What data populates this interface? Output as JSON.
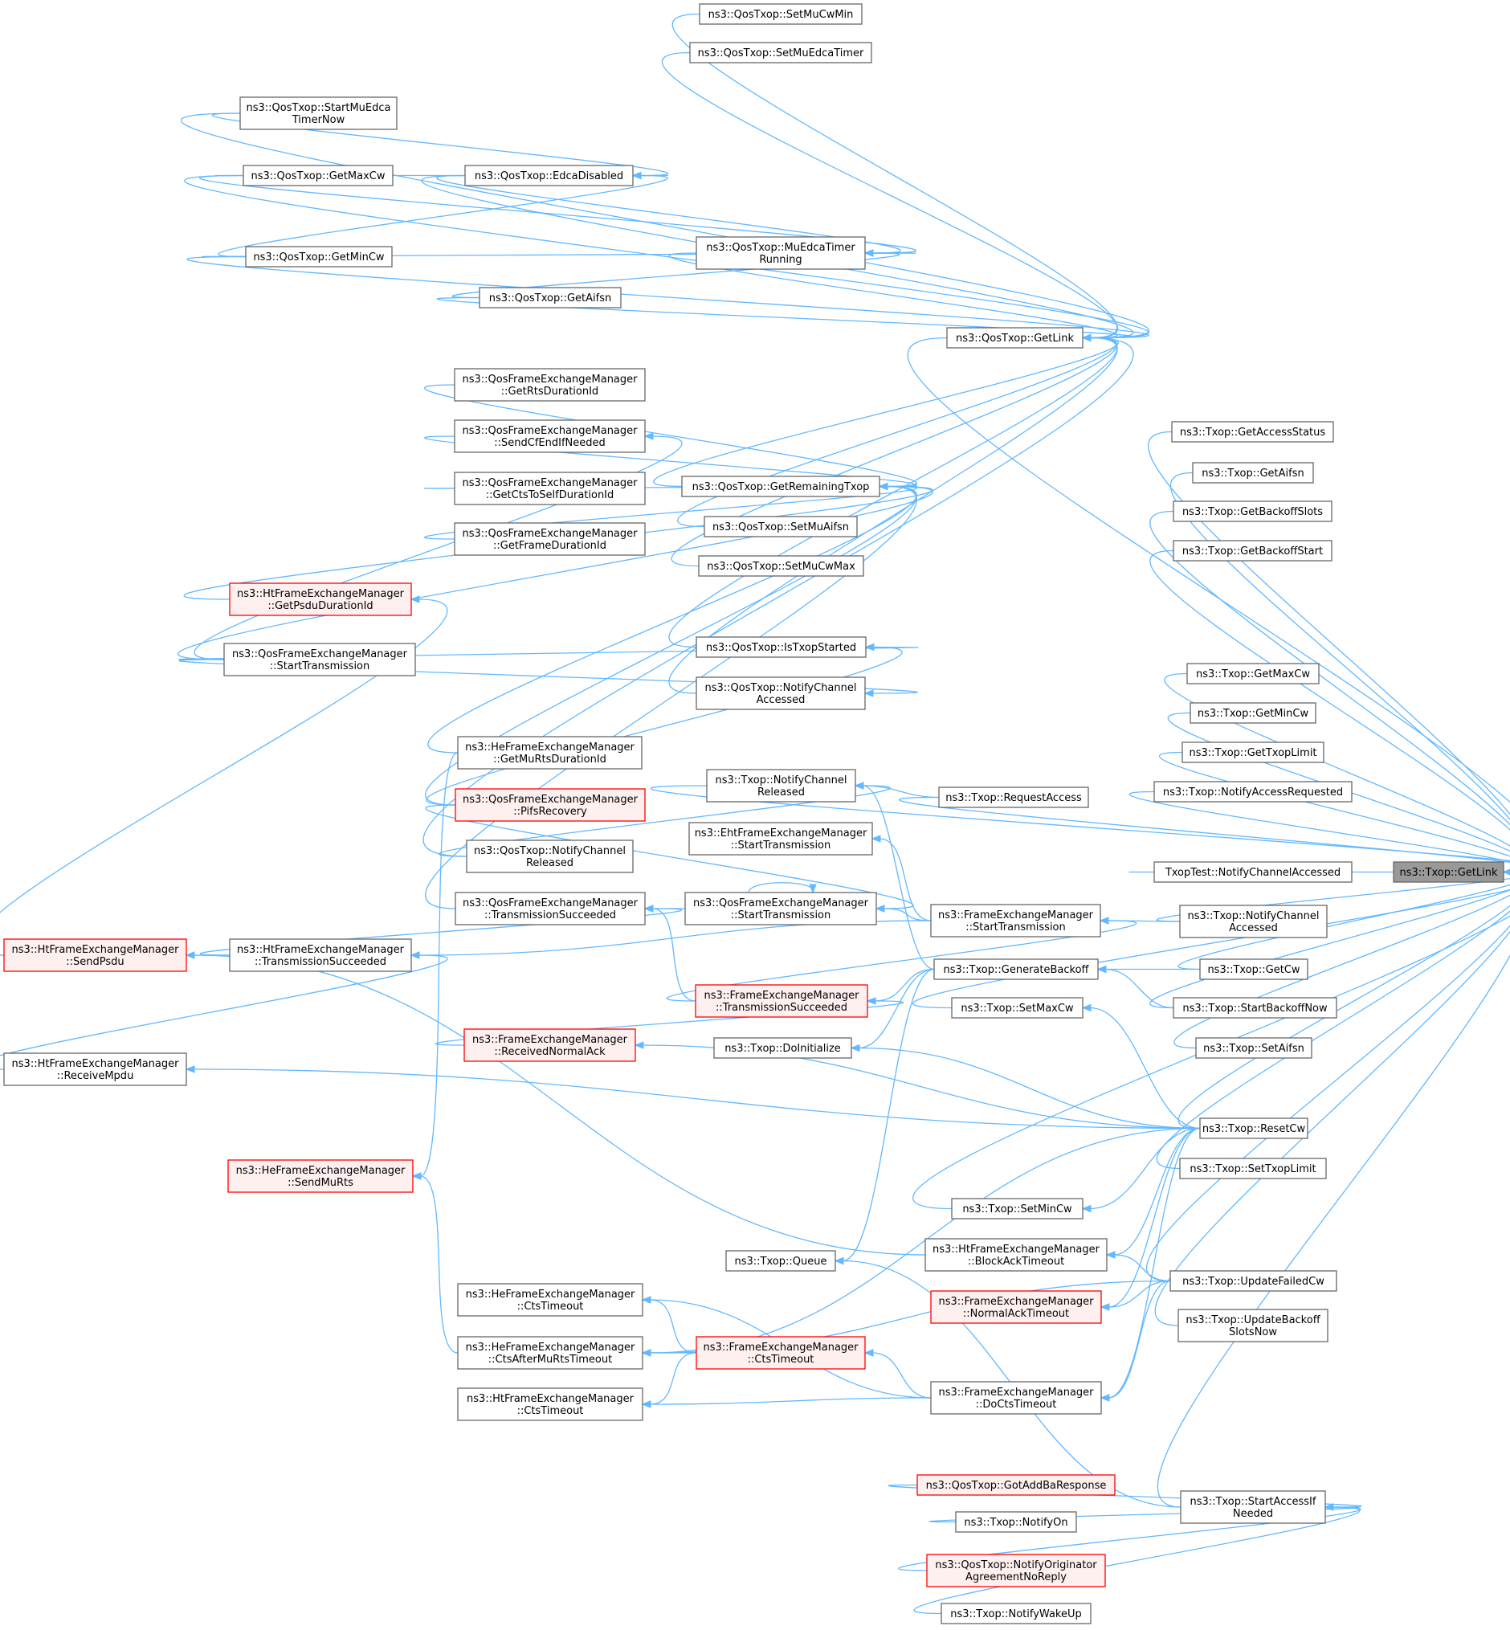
{
  "colors": {
    "edge": "#63b8ff",
    "root_fill": "#999999",
    "truncated_fill": "#fff0f0",
    "truncated_border": "#ff0000",
    "node_border": "#666666"
  },
  "nodes": [
    {
      "id": "root",
      "lines": [
        "ns3::Txop::GetLink"
      ],
      "kind": "root"
    },
    {
      "id": "qtGetLink",
      "lines": [
        "ns3::QosTxop::GetLink"
      ],
      "kind": "normal"
    },
    {
      "id": "qtSetMuCwMin",
      "lines": [
        "ns3::QosTxop::SetMuCwMin"
      ],
      "kind": "normal"
    },
    {
      "id": "qtSetMuEdcaTimer",
      "lines": [
        "ns3::QosTxop::SetMuEdcaTimer"
      ],
      "kind": "normal"
    },
    {
      "id": "qtStartMuEdca",
      "lines": [
        "ns3::QosTxop::StartMuEdca",
        "TimerNow"
      ],
      "kind": "normal"
    },
    {
      "id": "qtGetMaxCw",
      "lines": [
        "ns3::QosTxop::GetMaxCw"
      ],
      "kind": "normal"
    },
    {
      "id": "qtEdcaDisabled",
      "lines": [
        "ns3::QosTxop::EdcaDisabled"
      ],
      "kind": "normal"
    },
    {
      "id": "qtGetMinCw",
      "lines": [
        "ns3::QosTxop::GetMinCw"
      ],
      "kind": "normal"
    },
    {
      "id": "qtMuEdcaRunning",
      "lines": [
        "ns3::QosTxop::MuEdcaTimer",
        "Running"
      ],
      "kind": "normal"
    },
    {
      "id": "qtGetAifsn",
      "lines": [
        "ns3::QosTxop::GetAifsn"
      ],
      "kind": "normal"
    },
    {
      "id": "qfGetRts",
      "lines": [
        "ns3::QosFrameExchangeManager",
        "::GetRtsDurationId"
      ],
      "kind": "normal"
    },
    {
      "id": "qfSendCfEnd",
      "lines": [
        "ns3::QosFrameExchangeManager",
        "::SendCfEndIfNeeded"
      ],
      "kind": "normal"
    },
    {
      "id": "qfGetCts",
      "lines": [
        "ns3::QosFrameExchangeManager",
        "::GetCtsToSelfDurationId"
      ],
      "kind": "normal"
    },
    {
      "id": "qfGetFrame",
      "lines": [
        "ns3::QosFrameExchangeManager",
        "::GetFrameDurationId"
      ],
      "kind": "normal"
    },
    {
      "id": "qtGetRemaining",
      "lines": [
        "ns3::QosTxop::GetRemainingTxop"
      ],
      "kind": "normal"
    },
    {
      "id": "qtSetMuAifsn",
      "lines": [
        "ns3::QosTxop::SetMuAifsn"
      ],
      "kind": "normal"
    },
    {
      "id": "qtSetMuCwMax",
      "lines": [
        "ns3::QosTxop::SetMuCwMax"
      ],
      "kind": "normal"
    },
    {
      "id": "htGetPsdu",
      "lines": [
        "ns3::HtFrameExchangeManager",
        "::GetPsduDurationId"
      ],
      "kind": "truncated"
    },
    {
      "id": "qfStartTx",
      "lines": [
        "ns3::QosFrameExchangeManager",
        "::StartTransmission"
      ],
      "kind": "normal"
    },
    {
      "id": "qtIsTxopStarted",
      "lines": [
        "ns3::QosTxop::IsTxopStarted"
      ],
      "kind": "normal"
    },
    {
      "id": "qtNotifyChAcc",
      "lines": [
        "ns3::QosTxop::NotifyChannel",
        "Accessed"
      ],
      "kind": "normal"
    },
    {
      "id": "heGetMuRts",
      "lines": [
        "ns3::HeFrameExchangeManager",
        "::GetMuRtsDurationId"
      ],
      "kind": "normal"
    },
    {
      "id": "txNotifyChRel",
      "lines": [
        "ns3::Txop::NotifyChannel",
        "Released"
      ],
      "kind": "normal"
    },
    {
      "id": "qfPifs",
      "lines": [
        "ns3::QosFrameExchangeManager",
        "::PifsRecovery"
      ],
      "kind": "truncated"
    },
    {
      "id": "txRequestAccess",
      "lines": [
        "ns3::Txop::RequestAccess"
      ],
      "kind": "normal"
    },
    {
      "id": "ehtStartTx",
      "lines": [
        "ns3::EhtFrameExchangeManager",
        "::StartTransmission"
      ],
      "kind": "normal"
    },
    {
      "id": "qtNotifyChRel",
      "lines": [
        "ns3::QosTxop::NotifyChannel",
        "Released"
      ],
      "kind": "normal"
    },
    {
      "id": "qfTxSucc",
      "lines": [
        "ns3::QosFrameExchangeManager",
        "::TransmissionSucceeded"
      ],
      "kind": "normal"
    },
    {
      "id": "qfStartTx2",
      "lines": [
        "ns3::QosFrameExchangeManager",
        "::StartTransmission"
      ],
      "kind": "normal"
    },
    {
      "id": "feStartTx",
      "lines": [
        "ns3::FrameExchangeManager",
        "::StartTransmission"
      ],
      "kind": "normal"
    },
    {
      "id": "txNotifyChAcc",
      "lines": [
        "ns3::Txop::NotifyChannel",
        "Accessed"
      ],
      "kind": "normal"
    },
    {
      "id": "htSendPsdu",
      "lines": [
        "ns3::HtFrameExchangeManager",
        "::SendPsdu"
      ],
      "kind": "truncated"
    },
    {
      "id": "htTxSucc",
      "lines": [
        "ns3::HtFrameExchangeManager",
        "::TransmissionSucceeded"
      ],
      "kind": "normal"
    },
    {
      "id": "txGenBackoff",
      "lines": [
        "ns3::Txop::GenerateBackoff"
      ],
      "kind": "normal"
    },
    {
      "id": "txGetCw",
      "lines": [
        "ns3::Txop::GetCw"
      ],
      "kind": "normal"
    },
    {
      "id": "feTxSucc",
      "lines": [
        "ns3::FrameExchangeManager",
        "::TransmissionSucceeded"
      ],
      "kind": "truncated"
    },
    {
      "id": "txSetMaxCw",
      "lines": [
        "ns3::Txop::SetMaxCw"
      ],
      "kind": "normal"
    },
    {
      "id": "txStartBackoff",
      "lines": [
        "ns3::Txop::StartBackoffNow"
      ],
      "kind": "normal"
    },
    {
      "id": "feRecvAck",
      "lines": [
        "ns3::FrameExchangeManager",
        "::ReceivedNormalAck"
      ],
      "kind": "truncated"
    },
    {
      "id": "txDoInit",
      "lines": [
        "ns3::Txop::DoInitialize"
      ],
      "kind": "normal"
    },
    {
      "id": "txSetAifsn",
      "lines": [
        "ns3::Txop::SetAifsn"
      ],
      "kind": "normal"
    },
    {
      "id": "htRecvMpdu",
      "lines": [
        "ns3::HtFrameExchangeManager",
        "::ReceiveMpdu"
      ],
      "kind": "normal"
    },
    {
      "id": "txResetCw",
      "lines": [
        "ns3::Txop::ResetCw"
      ],
      "kind": "normal"
    },
    {
      "id": "heSendMuRts",
      "lines": [
        "ns3::HeFrameExchangeManager",
        "::SendMuRts"
      ],
      "kind": "truncated"
    },
    {
      "id": "txSetTxopLimit",
      "lines": [
        "ns3::Txop::SetTxopLimit"
      ],
      "kind": "normal"
    },
    {
      "id": "txSetMinCw",
      "lines": [
        "ns3::Txop::SetMinCw"
      ],
      "kind": "normal"
    },
    {
      "id": "htBlockAck",
      "lines": [
        "ns3::HtFrameExchangeManager",
        "::BlockAckTimeout"
      ],
      "kind": "normal"
    },
    {
      "id": "txQueue",
      "lines": [
        "ns3::Txop::Queue"
      ],
      "kind": "normal"
    },
    {
      "id": "txUpdateFailed",
      "lines": [
        "ns3::Txop::UpdateFailedCw"
      ],
      "kind": "normal"
    },
    {
      "id": "feNormalAck",
      "lines": [
        "ns3::FrameExchangeManager",
        "::NormalAckTimeout"
      ],
      "kind": "truncated"
    },
    {
      "id": "heCtsTimeout",
      "lines": [
        "ns3::HeFrameExchangeManager",
        "::CtsTimeout"
      ],
      "kind": "normal"
    },
    {
      "id": "txUpdateBackoff",
      "lines": [
        "ns3::Txop::UpdateBackoff",
        "SlotsNow"
      ],
      "kind": "normal"
    },
    {
      "id": "heCtsAfterMuRts",
      "lines": [
        "ns3::HeFrameExchangeManager",
        "::CtsAfterMuRtsTimeout"
      ],
      "kind": "normal"
    },
    {
      "id": "feCtsTimeout",
      "lines": [
        "ns3::FrameExchangeManager",
        "::CtsTimeout"
      ],
      "kind": "truncated"
    },
    {
      "id": "htCtsTimeout",
      "lines": [
        "ns3::HtFrameExchangeManager",
        "::CtsTimeout"
      ],
      "kind": "normal"
    },
    {
      "id": "feDoCts",
      "lines": [
        "ns3::FrameExchangeManager",
        "::DoCtsTimeout"
      ],
      "kind": "normal"
    },
    {
      "id": "qtGotAddBa",
      "lines": [
        "ns3::QosTxop::GotAddBaResponse"
      ],
      "kind": "truncated"
    },
    {
      "id": "txStartAccess",
      "lines": [
        "ns3::Txop::StartAccessIf",
        "Needed"
      ],
      "kind": "normal"
    },
    {
      "id": "txNotifyOn",
      "lines": [
        "ns3::Txop::NotifyOn"
      ],
      "kind": "normal"
    },
    {
      "id": "qtNotifyOrig",
      "lines": [
        "ns3::QosTxop::NotifyOriginator",
        "AgreementNoReply"
      ],
      "kind": "truncated"
    },
    {
      "id": "txNotifyWakeUp",
      "lines": [
        "ns3::Txop::NotifyWakeUp"
      ],
      "kind": "normal"
    },
    {
      "id": "txGetAccessStatus",
      "lines": [
        "ns3::Txop::GetAccessStatus"
      ],
      "kind": "normal"
    },
    {
      "id": "txGetAifsn",
      "lines": [
        "ns3::Txop::GetAifsn"
      ],
      "kind": "normal"
    },
    {
      "id": "txGetBackoffSlots",
      "lines": [
        "ns3::Txop::GetBackoffSlots"
      ],
      "kind": "normal"
    },
    {
      "id": "txGetBackoffStart",
      "lines": [
        "ns3::Txop::GetBackoffStart"
      ],
      "kind": "normal"
    },
    {
      "id": "txGetMaxCw",
      "lines": [
        "ns3::Txop::GetMaxCw"
      ],
      "kind": "normal"
    },
    {
      "id": "txGetMinCw",
      "lines": [
        "ns3::Txop::GetMinCw"
      ],
      "kind": "normal"
    },
    {
      "id": "txGetTxopLimit",
      "lines": [
        "ns3::Txop::GetTxopLimit"
      ],
      "kind": "normal"
    },
    {
      "id": "txNotifyAccessReq",
      "lines": [
        "ns3::Txop::NotifyAccessRequested"
      ],
      "kind": "normal"
    },
    {
      "id": "txopTestNotify",
      "lines": [
        "TxopTest::NotifyChannelAccessed"
      ],
      "kind": "normal"
    }
  ],
  "edges": [
    [
      "qtGetLink",
      "root"
    ],
    [
      "txGetAccessStatus",
      "root"
    ],
    [
      "txGetAifsn",
      "root"
    ],
    [
      "txGetBackoffSlots",
      "root"
    ],
    [
      "txGetBackoffStart",
      "root"
    ],
    [
      "txNotifyChRel",
      "root"
    ],
    [
      "txGetMaxCw",
      "root"
    ],
    [
      "txGetMinCw",
      "root"
    ],
    [
      "txGetTxopLimit",
      "root"
    ],
    [
      "txNotifyAccessReq",
      "root"
    ],
    [
      "txRequestAccess",
      "root"
    ],
    [
      "txopTestNotify",
      "root"
    ],
    [
      "txNotifyChAcc",
      "root"
    ],
    [
      "txGetCw",
      "root"
    ],
    [
      "txStartBackoff",
      "root"
    ],
    [
      "txSetAifsn",
      "root"
    ],
    [
      "txSetMaxCw",
      "root"
    ],
    [
      "txResetCw",
      "root"
    ],
    [
      "txSetTxopLimit",
      "root"
    ],
    [
      "txSetMinCw",
      "root"
    ],
    [
      "txUpdateFailed",
      "root"
    ],
    [
      "txUpdateBackoff",
      "root"
    ],
    [
      "txStartAccess",
      "root"
    ],
    [
      "qtSetMuCwMin",
      "qtGetLink"
    ],
    [
      "qtSetMuEdcaTimer",
      "qtGetLink"
    ],
    [
      "qtStartMuEdca",
      "qtGetLink"
    ],
    [
      "qtGetMaxCw",
      "qtGetLink"
    ],
    [
      "qtEdcaDisabled",
      "qtGetLink"
    ],
    [
      "qtGetMinCw",
      "qtGetLink"
    ],
    [
      "qtMuEdcaRunning",
      "qtGetLink"
    ],
    [
      "qtGetAifsn",
      "qtGetLink"
    ],
    [
      "qtGetRemaining",
      "qtGetLink"
    ],
    [
      "qtSetMuAifsn",
      "qtGetLink"
    ],
    [
      "qtSetMuCwMax",
      "qtGetLink"
    ],
    [
      "qtIsTxopStarted",
      "qtGetLink"
    ],
    [
      "qtNotifyChAcc",
      "qtGetLink"
    ],
    [
      "qtNotifyChRel",
      "qtGetLink"
    ],
    [
      "qtStartMuEdca",
      "qtEdcaDisabled"
    ],
    [
      "qtGetMaxCw",
      "qtEdcaDisabled"
    ],
    [
      "qtGetMinCw",
      "qtEdcaDisabled"
    ],
    [
      "qtGetMaxCw",
      "qtMuEdcaRunning"
    ],
    [
      "qtGetMinCw",
      "qtMuEdcaRunning"
    ],
    [
      "qtGetAifsn",
      "qtMuEdcaRunning"
    ],
    [
      "qtEdcaDisabled",
      "qtMuEdcaRunning"
    ],
    [
      "qfGetRts",
      "qtGetRemaining"
    ],
    [
      "qfSendCfEnd",
      "qtGetRemaining"
    ],
    [
      "qfGetCts",
      "qtGetRemaining"
    ],
    [
      "qfGetFrame",
      "qtGetRemaining"
    ],
    [
      "htGetPsdu",
      "qtGetRemaining"
    ],
    [
      "qfStartTx",
      "qtGetRemaining"
    ],
    [
      "heGetMuRts",
      "qtGetRemaining"
    ],
    [
      "qfPifs",
      "qtGetRemaining"
    ],
    [
      "qfTxSucc",
      "qtGetRemaining"
    ],
    [
      "qfStartTx",
      "qtIsTxopStarted"
    ],
    [
      "qfPifs",
      "qtIsTxopStarted"
    ],
    [
      "qfStartTx",
      "qtNotifyChAcc"
    ],
    [
      "qfStartTx",
      "qfSendCfEnd"
    ],
    [
      "htSendPsdu",
      "htGetPsdu"
    ],
    [
      "qtNotifyChRel",
      "txNotifyChRel"
    ],
    [
      "txRequestAccess",
      "txNotifyChRel"
    ],
    [
      "qfStartTx2",
      "qfStartTx2"
    ],
    [
      "qfPifs",
      "qfStartTx2"
    ],
    [
      "feStartTx",
      "qfStartTx2"
    ],
    [
      "qfStartTx2",
      "qfTxSucc"
    ],
    [
      "htTxSucc",
      "qfTxSucc"
    ],
    [
      "feStartTx",
      "ehtStartTx"
    ],
    [
      "txNotifyChAcc",
      "feStartTx"
    ],
    [
      "feStartTx",
      "htTxSucc"
    ],
    [
      "htTxSucc",
      "htSendPsdu"
    ],
    [
      "htRecvMpdu",
      "htTxSucc"
    ],
    [
      "feTxSucc",
      "feStartTx"
    ],
    [
      "feTxSucc",
      "qfTxSucc"
    ],
    [
      "feRecvAck",
      "feTxSucc"
    ],
    [
      "txGenBackoff",
      "txNotifyChRel"
    ],
    [
      "txGenBackoff",
      "feTxSucc"
    ],
    [
      "txGenBackoff",
      "txDoInit"
    ],
    [
      "txGenBackoff",
      "txQueue"
    ],
    [
      "txGetCw",
      "txGenBackoff"
    ],
    [
      "txStartBackoff",
      "txGenBackoff"
    ],
    [
      "txResetCw",
      "txSetMaxCw"
    ],
    [
      "txResetCw",
      "txDoInit"
    ],
    [
      "txResetCw",
      "feRecvAck"
    ],
    [
      "txResetCw",
      "htRecvMpdu"
    ],
    [
      "txResetCw",
      "txSetMinCw"
    ],
    [
      "txResetCw",
      "htBlockAck"
    ],
    [
      "txResetCw",
      "feNormalAck"
    ],
    [
      "txResetCw",
      "feDoCts"
    ],
    [
      "txResetCw",
      "heCtsAfterMuRts"
    ],
    [
      "txUpdateFailed",
      "htBlockAck"
    ],
    [
      "txUpdateFailed",
      "feNormalAck"
    ],
    [
      "txUpdateFailed",
      "feDoCts"
    ],
    [
      "txUpdateFailed",
      "heCtsAfterMuRts"
    ],
    [
      "htBlockAck",
      "htSendPsdu"
    ],
    [
      "heCtsAfterMuRts",
      "heSendMuRts"
    ],
    [
      "heGetMuRts",
      "heSendMuRts"
    ],
    [
      "feCtsTimeout",
      "heCtsTimeout"
    ],
    [
      "feCtsTimeout",
      "heCtsAfterMuRts"
    ],
    [
      "feCtsTimeout",
      "htCtsTimeout"
    ],
    [
      "feDoCts",
      "feCtsTimeout"
    ],
    [
      "feDoCts",
      "htCtsTimeout"
    ],
    [
      "feDoCts",
      "heCtsTimeout"
    ],
    [
      "txStartAccess",
      "txQueue"
    ],
    [
      "qtGotAddBa",
      "txStartAccess"
    ],
    [
      "txNotifyOn",
      "txStartAccess"
    ],
    [
      "qtNotifyOrig",
      "txStartAccess"
    ],
    [
      "txNotifyWakeUp",
      "txStartAccess"
    ]
  ]
}
